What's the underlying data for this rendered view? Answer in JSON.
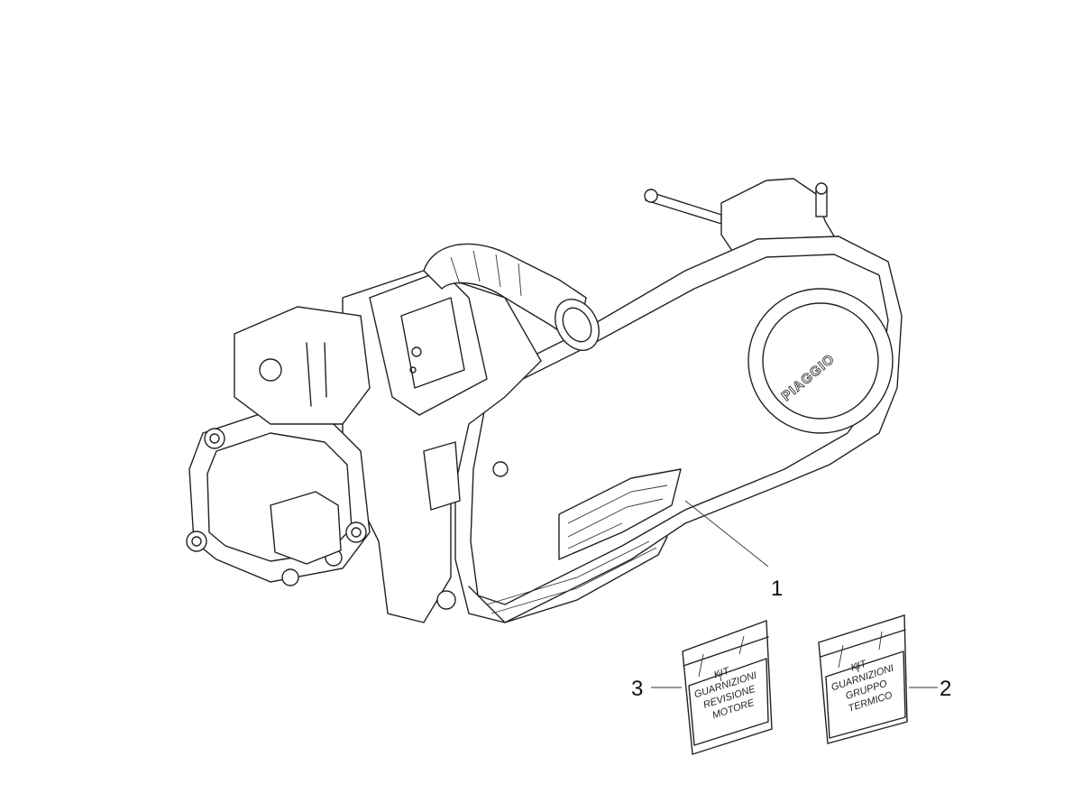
{
  "diagram": {
    "logo_text": "PIAGGIO",
    "callouts": [
      {
        "number": "1",
        "part": "engine"
      },
      {
        "number": "2",
        "part": "kit-bag-2"
      },
      {
        "number": "3",
        "part": "kit-bag-3"
      }
    ],
    "bag_3": {
      "lines": [
        "KIT",
        "GUARNIZIONI",
        "REVISIONE",
        "MOTORE"
      ]
    },
    "bag_2": {
      "lines": [
        "KIT",
        "GUARNIZIONI",
        "GRUPPO",
        "TERMICO"
      ]
    },
    "colors": {
      "line": "#222222",
      "background": "#ffffff"
    }
  }
}
